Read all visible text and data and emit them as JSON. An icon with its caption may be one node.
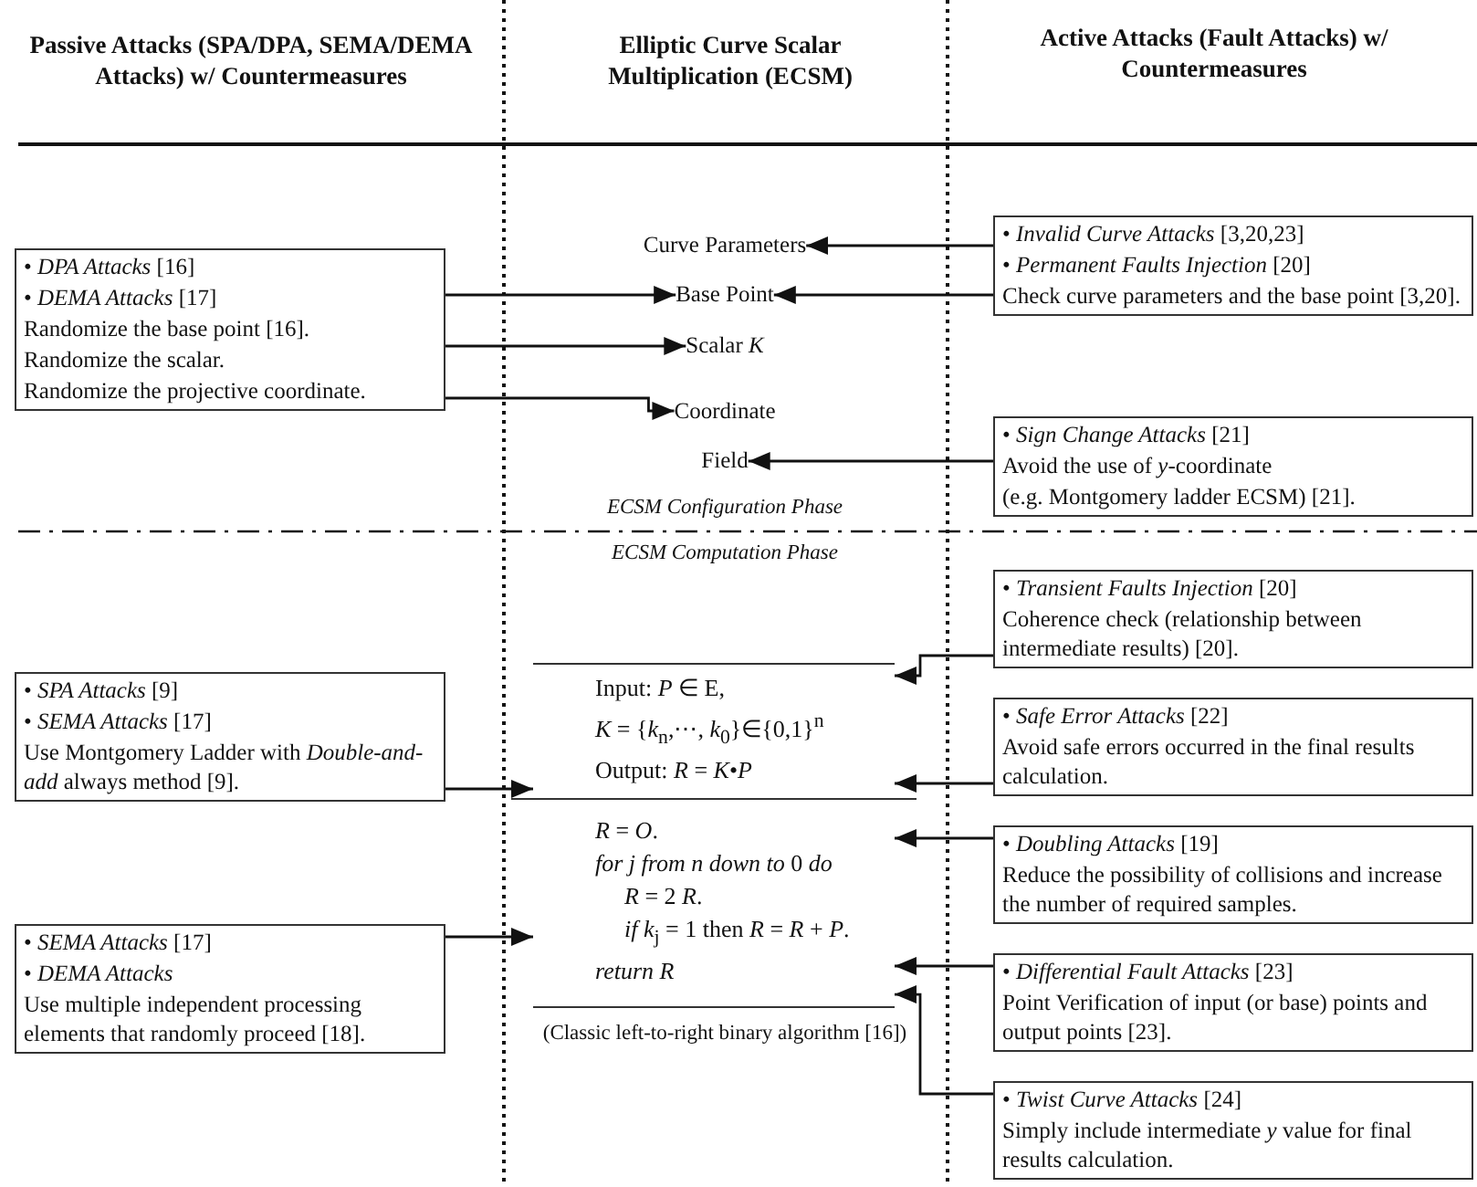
{
  "diagram": {
    "nodes": [
      {
        "text": [
          "Curve Parameters"
        ]
      },
      {
        "text": [
          "Base Point"
        ]
      },
      {
        "text": [
          "Scalar *K*"
        ]
      },
      {
        "text": [
          "Coordinate"
        ]
      },
      {
        "text": [
          "Field"
        ]
      },
      {
        "text": [
          "• *DPA Attacks* [16]",
          "• *DEMA Attacks* [17]",
          "Randomize the base point [16].",
          "Randomize the scalar.",
          "Randomize the projective coordinate."
        ]
      },
      {
        "text": [
          "• *Invalid Curve Attacks* [3,20,23]",
          "• *Permanent Faults Injection* [20]",
          "Check curve parameters and the base point [3,20]."
        ]
      },
      {
        "text": [
          "• *Sign Change Attacks* [21]",
          "Avoid the use of *y*-coordinate",
          "(e.g. Montgomery ladder ECSM) [21]."
        ]
      },
      {
        "text": [
          "Input: *P* ∈ E,",
          "*K* = {*k*$_{n}$,⋯, *k*$_{0}$}∈{0,1}$^{n}$",
          "Output: *R* = *K*•*P*",
          "*R* = *O*.",
          "*for j from n down to* 0 *do*",
          "*R* = 2 *R*.",
          "*if k*$_{j}$ = 1 then *R* = *R* + *P*.",
          "*return R*"
        ],
        "beside": [
          "(Classic left-to-right binary algorithm [16])"
        ]
      },
      {
        "text": [
          "• *SPA Attacks* [9]",
          "• *SEMA Attacks* [17]",
          "Use Montgomery Ladder with *Double-and-add* always method [9]."
        ]
      },
      {
        "text": [
          "• *SEMA Attacks* [17]",
          "• *DEMA Attacks*",
          "Use multiple independent processing elements that randomly proceed [18]."
        ]
      },
      {
        "text": [
          "• *Transient Faults Injection* [20]",
          "Coherence check (relationship between intermediate results) [20]."
        ]
      },
      {
        "text": [
          "• *Safe Error Attacks* [22]",
          "Avoid safe errors occurred in the final results calculation."
        ]
      },
      {
        "text": [
          "• *Doubling Attacks* [19]",
          "Reduce the possibility of collisions and increase the number of required samples."
        ]
      },
      {
        "text": [
          "• *Differential Fault Attacks* [23]",
          "Point Verification of input (or base) points and output points [23]."
        ]
      },
      {
        "text": [
          "• *Twist Curve Attacks* [24]",
          "Simply include intermediate *y* value for final results calculation."
        ]
      }
    ],
    "edges": [
      {
        "from": 5,
        "to": 1,
        "arrow": "to"
      },
      {
        "from": 5,
        "to": 2,
        "arrow": "to"
      },
      {
        "from": 5,
        "to": 3,
        "arrow": "to"
      },
      {
        "from": 6,
        "to": 0,
        "arrow": "to"
      },
      {
        "from": 6,
        "to": 1,
        "arrow": "to"
      },
      {
        "from": 7,
        "to": 4,
        "arrow": "to"
      },
      {
        "from": 9,
        "to": 8,
        "arrow": "to"
      },
      {
        "from": 10,
        "to": 8,
        "arrow": "to"
      },
      {
        "from": 11,
        "to": 8,
        "arrow": "to"
      },
      {
        "from": 12,
        "to": 8,
        "arrow": "to"
      },
      {
        "from": 13,
        "to": 8,
        "arrow": "to"
      },
      {
        "from": 14,
        "to": 8,
        "arrow": "to"
      },
      {
        "from": 15,
        "to": 8,
        "arrow": "to"
      }
    ],
    "labels": [
      "Passive Attacks (SPA/DPA, SEMA/DEMA Attacks) w/ Countermeasures",
      "Elliptic Curve Scalar Multiplication (ECSM)",
      "Active Attacks (Fault Attacks) w/ Countermeasures",
      "ECSM Configuration Phase",
      "ECSM Computation Phase"
    ]
  }
}
